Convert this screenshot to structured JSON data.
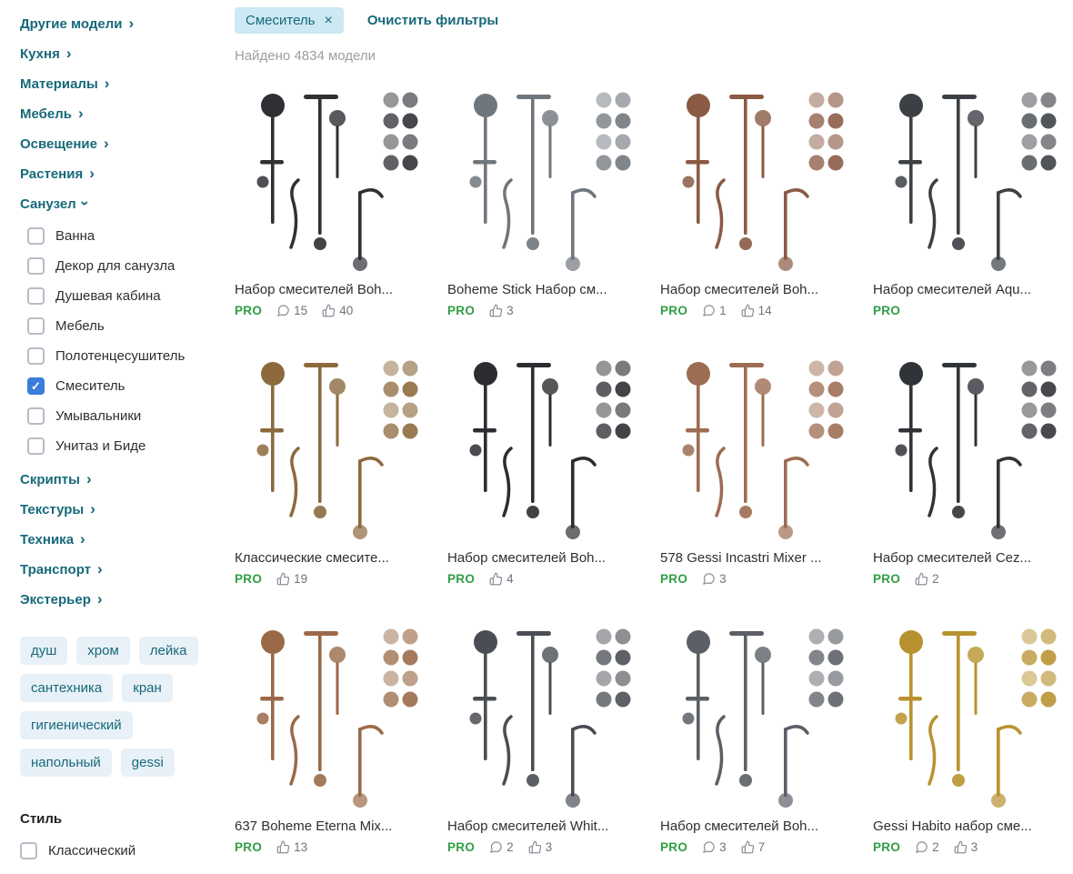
{
  "icons": {
    "chevron_right": "›",
    "close": "×",
    "check": "✓"
  },
  "labels": {
    "pro": "PRO"
  },
  "header": {
    "filter_chip": "Смеситель",
    "clear_filters": "Очистить фильтры",
    "results_count": "Найдено 4834 модели"
  },
  "colors": {
    "accent_teal": "#17697a",
    "chip_background": "#cce9f4",
    "pro_green": "#2f9e44",
    "checkbox_checked_blue": "#3b7ddd"
  },
  "sidebar": {
    "sections": [
      {
        "label": "Другие модели",
        "expanded": false
      },
      {
        "label": "Кухня",
        "expanded": false
      },
      {
        "label": "Материалы",
        "expanded": false
      },
      {
        "label": "Мебель",
        "expanded": false
      },
      {
        "label": "Освещение",
        "expanded": false
      },
      {
        "label": "Растения",
        "expanded": false
      },
      {
        "label": "Санузел",
        "expanded": true,
        "children": [
          {
            "label": "Ванна",
            "checked": false
          },
          {
            "label": "Декор для санузла",
            "checked": false
          },
          {
            "label": "Душевая кабина",
            "checked": false
          },
          {
            "label": "Мебель",
            "checked": false
          },
          {
            "label": "Полотенцесушитель",
            "checked": false
          },
          {
            "label": "Смеситель",
            "checked": true
          },
          {
            "label": "Умывальники",
            "checked": false
          },
          {
            "label": "Унитаз и Биде",
            "checked": false
          }
        ]
      },
      {
        "label": "Скрипты",
        "expanded": false
      },
      {
        "label": "Текстуры",
        "expanded": false
      },
      {
        "label": "Техника",
        "expanded": false
      },
      {
        "label": "Транспорт",
        "expanded": false
      },
      {
        "label": "Экстерьер",
        "expanded": false
      }
    ],
    "tags": [
      "душ",
      "хром",
      "лейка",
      "сантехника",
      "кран",
      "гигиенический",
      "напольный",
      "gessi"
    ],
    "style": {
      "title": "Стиль",
      "items": [
        {
          "label": "Классический",
          "checked": false
        }
      ]
    }
  },
  "products": [
    {
      "title": "Набор смесителей Boh...",
      "comments": 15,
      "likes": 40,
      "accent": "#2e3034"
    },
    {
      "title": "Boheme Stick Набор см...",
      "comments": null,
      "likes": 3,
      "accent": "#70767d"
    },
    {
      "title": "Набор смесителей Boh...",
      "comments": 1,
      "likes": 14,
      "accent": "#8a5a44"
    },
    {
      "title": "Набор смесителей Aqu...",
      "comments": null,
      "likes": null,
      "accent": "#3c4045"
    },
    {
      "title": "Классические смесите...",
      "comments": null,
      "likes": 19,
      "accent": "#8c6a3e"
    },
    {
      "title": "Набор смесителей Boh...",
      "comments": null,
      "likes": 4,
      "accent": "#2b2d30"
    },
    {
      "title": "578 Gessi Incastri Mixer ...",
      "comments": 3,
      "likes": null,
      "accent": "#9c6d52"
    },
    {
      "title": "Набор смесителей Cez...",
      "comments": null,
      "likes": 2,
      "accent": "#303338"
    },
    {
      "title": "637 Boheme Eterna Mix...",
      "comments": null,
      "likes": 13,
      "accent": "#9a6a48"
    },
    {
      "title": "Набор смесителей Whit...",
      "comments": 2,
      "likes": 3,
      "accent": "#4a4e54"
    },
    {
      "title": "Набор смесителей Boh...",
      "comments": 3,
      "likes": 7,
      "accent": "#5b5f66"
    },
    {
      "title": "Gessi Habito набор сме...",
      "comments": 2,
      "likes": 3,
      "accent": "#b8922f"
    }
  ]
}
